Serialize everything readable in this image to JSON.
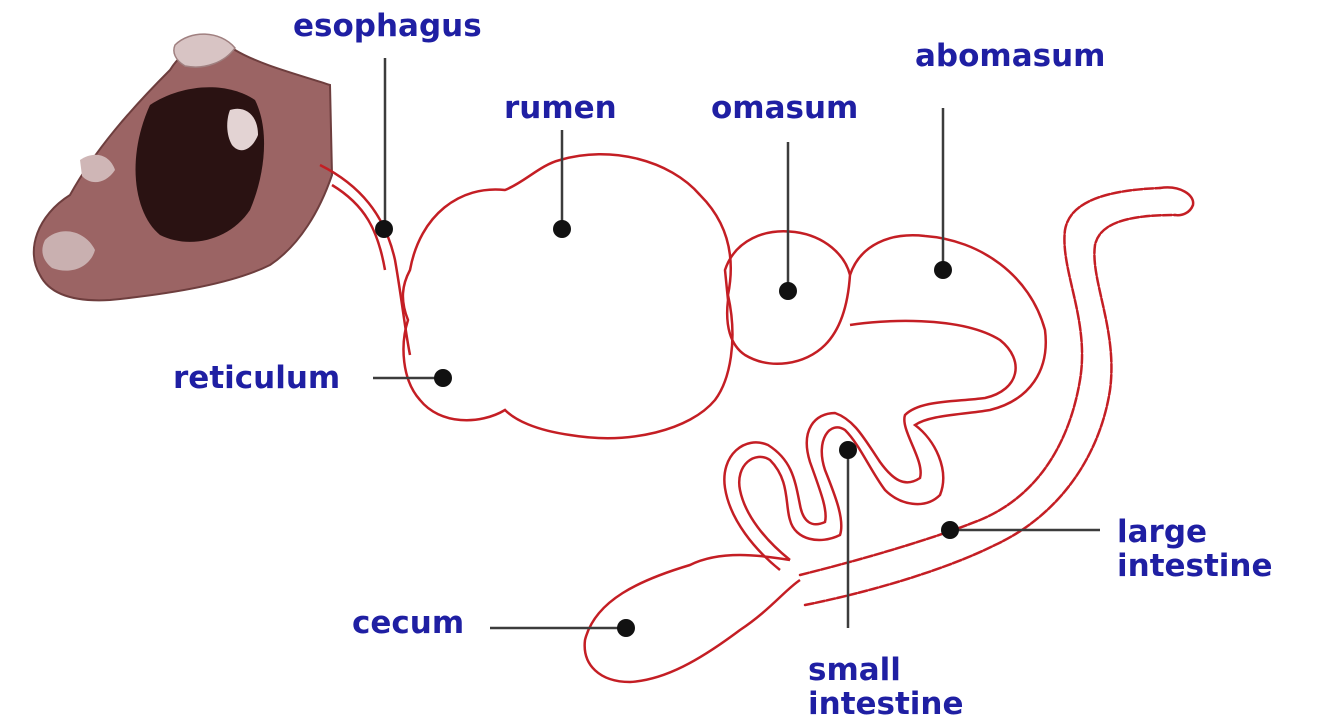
{
  "labels": {
    "esophagus": "esophagus",
    "rumen": "rumen",
    "omasum": "omasum",
    "abomasum": "abomasum",
    "reticulum": "reticulum",
    "cecum": "cecum",
    "small_intestine": [
      "small",
      "intestine"
    ],
    "large_intestine": [
      "large",
      "intestine"
    ]
  },
  "colors": {
    "label": "#1f1fa3",
    "organ_outline": "#c41e24",
    "leader": "#3c3c3c",
    "pointer_dot": "#111111",
    "cow_head": "#8a5656",
    "cow_dark": "#2a1212"
  }
}
